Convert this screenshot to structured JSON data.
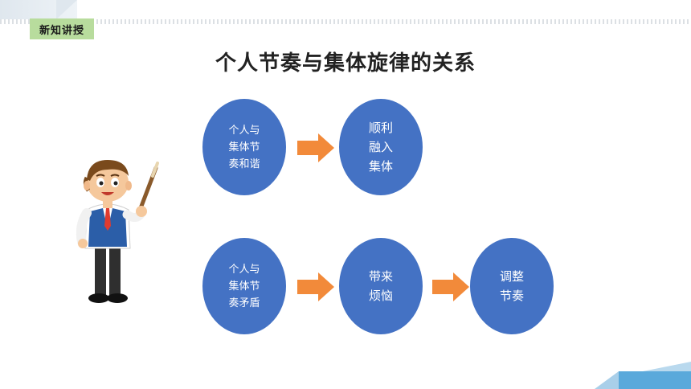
{
  "header": {
    "section_tag": "新知讲授",
    "title": "个人节奏与集体旋律的关系"
  },
  "flow_top": {
    "node1": "个人与\n集体节\n奏和谐",
    "node2": "顺利\n融入\n集体"
  },
  "flow_bottom": {
    "node1": "个人与\n集体节\n奏矛盾",
    "node2": "带来\n烦恼",
    "node3": "调整\n节奏"
  },
  "colors": {
    "circle": "#4472c4",
    "arrow": "#f28a3a",
    "tag": "#b8dc9d"
  },
  "icons": {
    "arrow": "right-arrow-icon",
    "illustration": "teacher-pointer-illustration"
  }
}
